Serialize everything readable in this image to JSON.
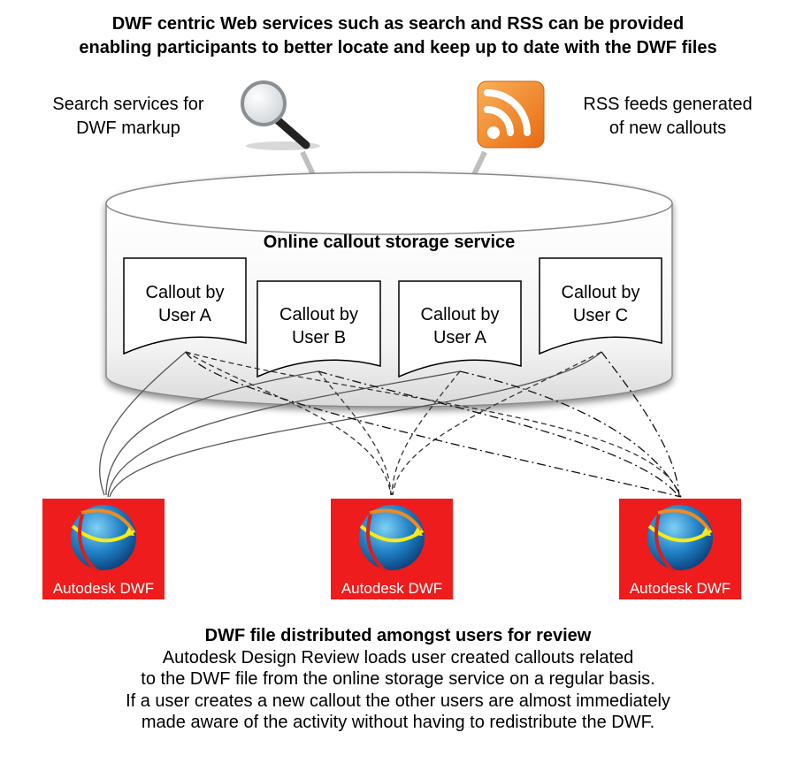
{
  "title": {
    "line1": "DWF centric Web services such as search and RSS can be provided",
    "line2": "enabling participants to better locate and keep up to date with the DWF files"
  },
  "search": {
    "line1": "Search services for",
    "line2": "DWF markup",
    "icon": "magnifier-icon"
  },
  "rss": {
    "line1": "RSS feeds generated",
    "line2": "of new callouts",
    "icon": "rss-icon",
    "color": "#f08a24"
  },
  "storage": {
    "title": "Online callout storage service",
    "callouts": [
      {
        "line1": "Callout by",
        "line2": "User A"
      },
      {
        "line1": "Callout by",
        "line2": "User B"
      },
      {
        "line1": "Callout by",
        "line2": "User A"
      },
      {
        "line1": "Callout by",
        "line2": "User C"
      }
    ]
  },
  "clients": [
    {
      "label": "Autodesk DWF"
    },
    {
      "label": "Autodesk DWF"
    },
    {
      "label": "Autodesk DWF"
    }
  ],
  "brand_color": "#ee1c1c",
  "bottom": {
    "title": "DWF file distributed amongst users for review",
    "lines": [
      "Autodesk Design Review loads user created callouts related",
      "to the DWF file from the online storage service on a regular basis.",
      "If a user creates a new callout the other users are almost immediately",
      "made aware of the activity without having to redistribute the DWF."
    ]
  }
}
